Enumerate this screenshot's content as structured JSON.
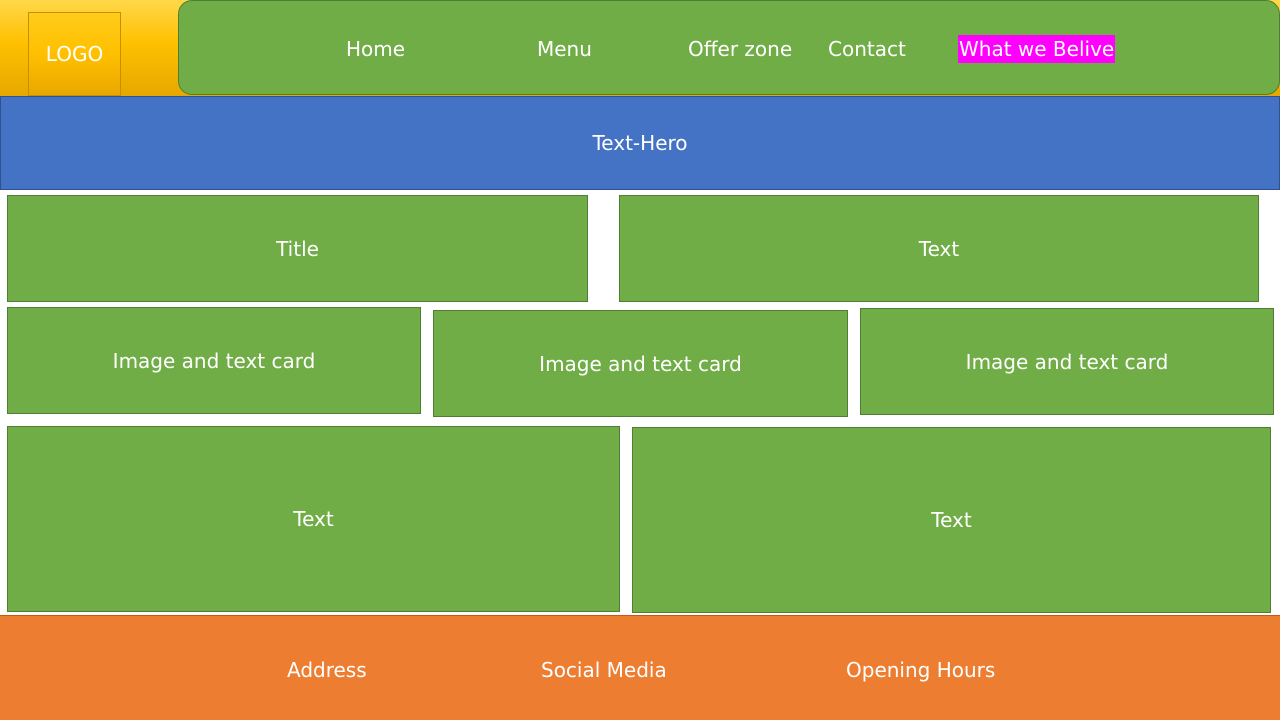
{
  "header": {
    "logo": "LOGO",
    "nav": [
      "Home",
      "Menu",
      "Offer zone",
      "Contact",
      "What we Belive"
    ]
  },
  "hero": {
    "label": "Text-Hero"
  },
  "row1": {
    "title": "Title",
    "text": "Text"
  },
  "cards": [
    "Image and text card",
    "Image and text card",
    "Image and text card"
  ],
  "row3": {
    "left": "Text",
    "right": "Text"
  },
  "footer": {
    "items": [
      "Address",
      "Social Media",
      "Opening Hours"
    ]
  },
  "colors": {
    "header": "#ffc000",
    "nav": "#70ad47",
    "highlight": "#ff00ff",
    "hero": "#4472c4",
    "content": "#70ad47",
    "footer": "#ed7d31"
  }
}
